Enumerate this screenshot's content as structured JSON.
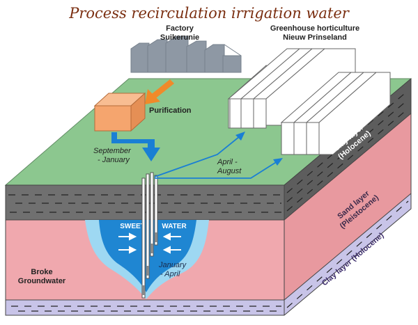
{
  "title": "Process recirculation irrigation water",
  "labels": {
    "factory_line1": "Factory",
    "factory_line2": "Suikerunie",
    "greenhouse_line1": "Greenhouse horticulture",
    "greenhouse_line2": "Nieuw Prinseland",
    "purification": "Purification",
    "september_line1": "September",
    "september_line2": "- January",
    "april_line1": "April -",
    "april_line2": "August",
    "sweet": "SWEET",
    "water": "WATER",
    "january_line1": "January",
    "january_line2": "- April",
    "broke_line1": "Broke",
    "broke_line2": "Groundwater",
    "clay_top_line1": "Clay layer",
    "clay_top_line2": "(Holocene)",
    "sand_line1": "Sand layer",
    "sand_line2": "(Pleistocene)",
    "clay_bottom": "Clay layer (Holocene)"
  },
  "colors": {
    "title": "#7a2e10",
    "grass": "#8cc78f",
    "clay": "#707070",
    "clay_side": "#5d5d5d",
    "sand": "#f0a8ae",
    "sand_side": "#e8999f",
    "bottom_clay": "#c8c4e8",
    "water_outer": "#9ed8f2",
    "water_inner": "#1f86d2",
    "box": "#f5a56e",
    "orange_arrow": "#f08a2a",
    "blue_arrow": "#1a7fd4",
    "factory": "#8e98a4",
    "greenhouse": "#ffffff"
  }
}
